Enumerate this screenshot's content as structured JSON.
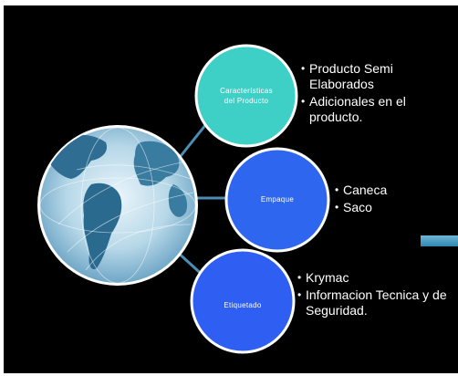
{
  "diagram": {
    "nodes": [
      {
        "id": "caracteristicas",
        "label": "Características\ndel Producto",
        "color": "#3ecfc6",
        "bullets": [
          "Producto Semi Elaborados",
          "Adicionales en el producto."
        ]
      },
      {
        "id": "empaque",
        "label": "Empaque",
        "color": "#2e66f0",
        "bullets": [
          "Caneca",
          "Saco"
        ]
      },
      {
        "id": "etiquetado",
        "label": "Etiquetado",
        "color": "#2f5ef2",
        "bullets": [
          "Krymac",
          "Informacion Tecnica y de Seguridad."
        ]
      }
    ],
    "hub": {
      "image": "globe-icon"
    },
    "colors": {
      "background": "#000000",
      "connector": "#4a8fb3",
      "node_border": "#ffffff"
    }
  }
}
